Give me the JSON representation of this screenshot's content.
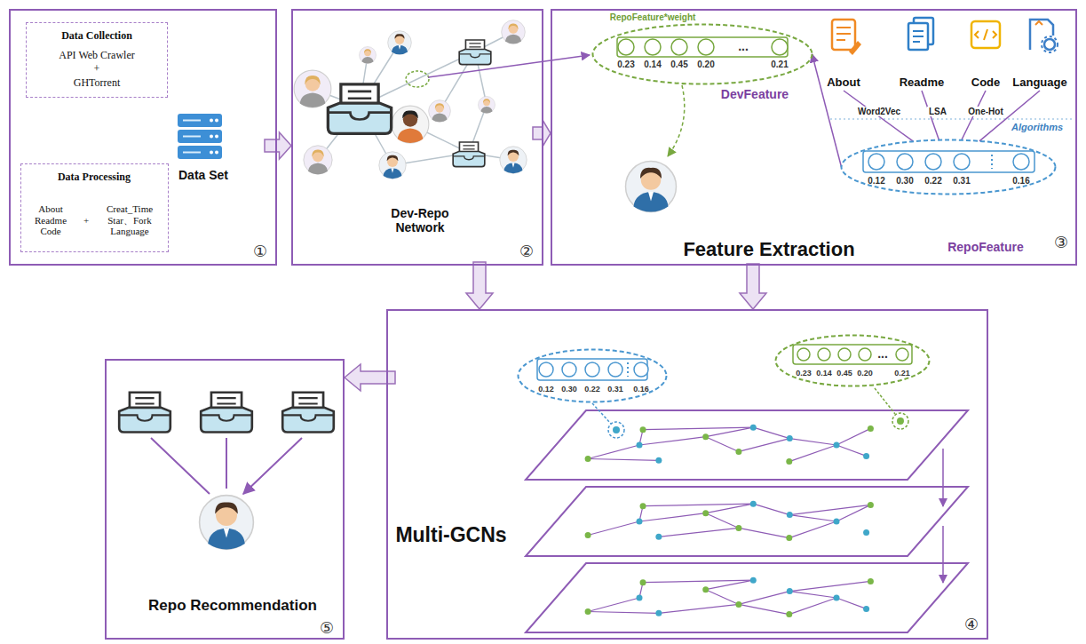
{
  "diagram": {
    "nodes": [
      {
        "text": [
          "Data Set",
          "①"
        ]
      },
      {
        "text": [
          "Data Collection",
          "API Web Crawler",
          "+",
          "GHTorrent"
        ],
        "in": 0
      },
      {
        "text": [
          "Data Processing",
          "About Readme Code",
          "+",
          "Creat_Time Star、Fork Language"
        ],
        "in": 0
      },
      {
        "text": [
          "Dev-Repo Network",
          "②"
        ]
      },
      {
        "text": [
          "Feature Extraction",
          "③"
        ]
      },
      {
        "text": [
          "0.23",
          "0.14",
          "0.45",
          "0.20",
          "...",
          "0.21",
          "DevFeature"
        ],
        "in": 4
      },
      {
        "text": [
          "0.12",
          "0.30",
          "0.22",
          "0.31",
          "0.16",
          "RepoFeature"
        ],
        "in": 4
      },
      {
        "text": [
          "About"
        ],
        "in": 4
      },
      {
        "text": [
          "Readme"
        ],
        "in": 4
      },
      {
        "text": [
          "Code"
        ],
        "in": 4
      },
      {
        "text": [
          "Language"
        ],
        "in": 4
      },
      {
        "text": [
          "Multi-GCNs",
          "④"
        ]
      },
      {
        "text": [
          "0.12",
          "0.30",
          "0.22",
          "0.31",
          "0.16"
        ],
        "in": 11
      },
      {
        "text": [
          "0.23",
          "0.14",
          "0.45",
          "0.20",
          "...",
          "0.21"
        ],
        "in": 11
      },
      {
        "text": [
          "Repo Recommendation",
          "⑤"
        ]
      }
    ],
    "edges": [
      {
        "from": 0,
        "to": 3,
        "arrow": "to"
      },
      {
        "from": 3,
        "to": 4,
        "arrow": "to"
      },
      {
        "from": 3,
        "to": 11,
        "arrow": "to"
      },
      {
        "from": 4,
        "to": 11,
        "arrow": "to"
      },
      {
        "from": 11,
        "to": 14,
        "arrow": "to"
      },
      {
        "from": 7,
        "to": 6,
        "arrow": "none"
      },
      {
        "from": 8,
        "to": 6,
        "arrow": "none"
      },
      {
        "from": 9,
        "to": 6,
        "arrow": "none"
      },
      {
        "from": 10,
        "to": 6,
        "arrow": "none"
      },
      {
        "from": 6,
        "to": 5,
        "arrow": "to"
      }
    ],
    "labels": [
      "RepoFeature*weight",
      "Word2Vec",
      "LSA",
      "One-Hot",
      "Algorithms"
    ]
  }
}
